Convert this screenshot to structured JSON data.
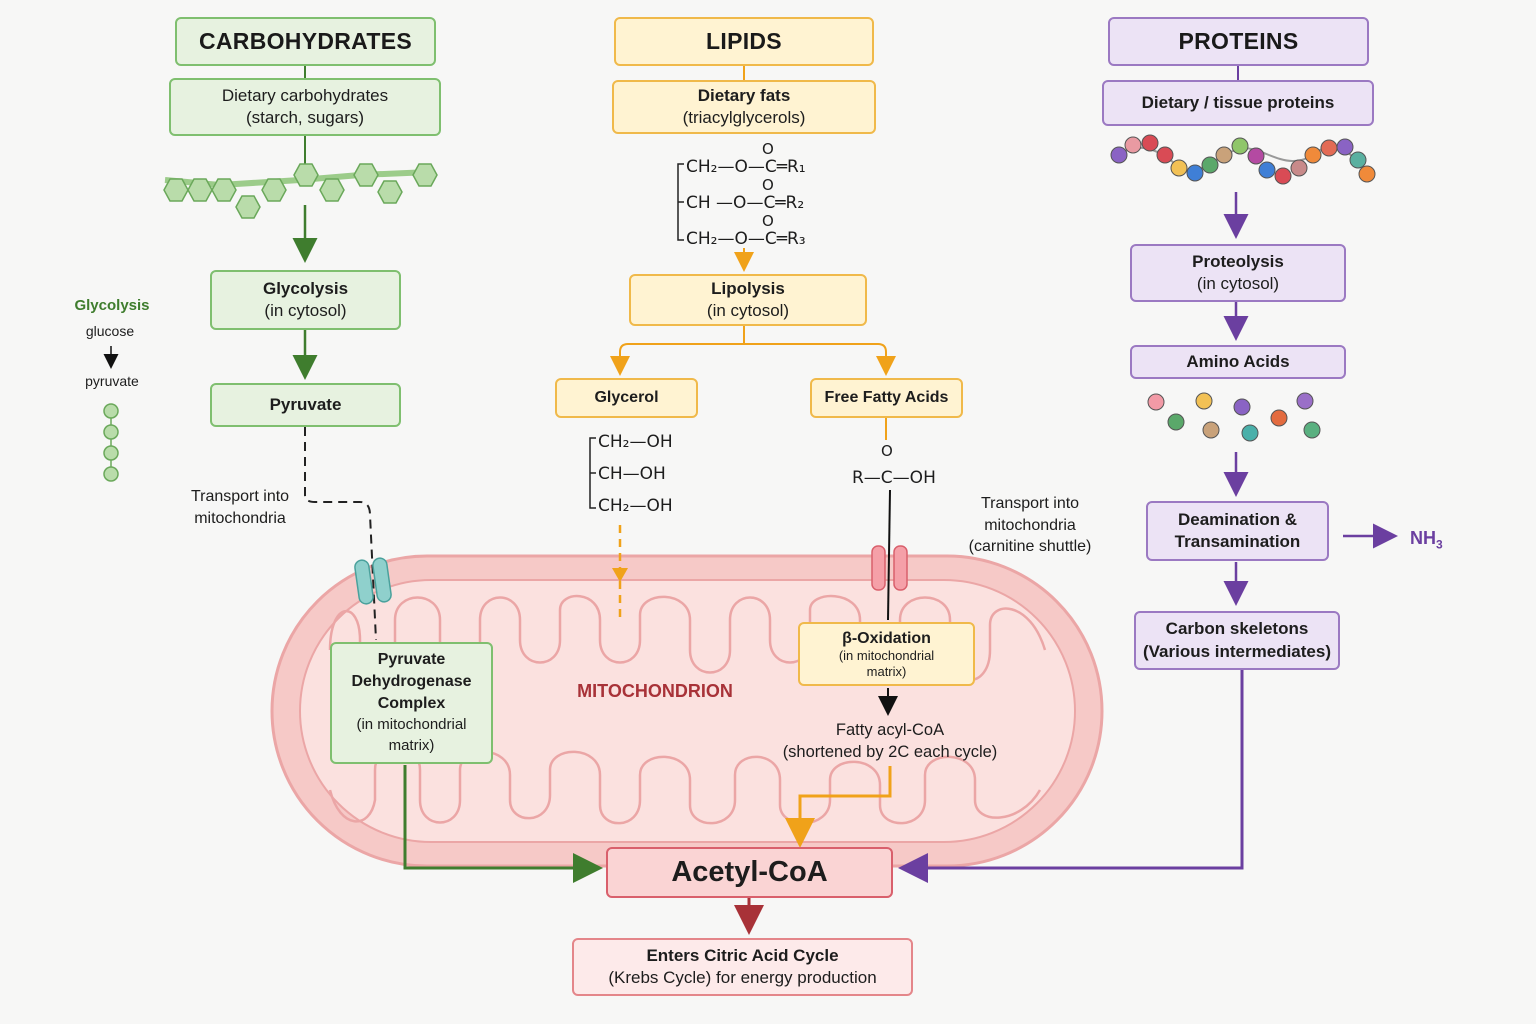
{
  "colors": {
    "carbohydrates": "#3f7d2e",
    "lipids": "#f0a21a",
    "proteins": "#6b3fa0",
    "acetyl": "#a83238",
    "mitochondrion": "#f2b7b5"
  },
  "carbohydrates": {
    "header": "CARBOHYDRATES",
    "dietary_title": "Dietary carbohydrates",
    "dietary_sub": "(starch, sugars)",
    "glycolysis_title": "Glycolysis",
    "glycolysis_sub": "(in cytosol)",
    "pyruvate": "Pyruvate",
    "transport_line1": "Transport into",
    "transport_line2": "mitochondria",
    "pdh_line1": "Pyruvate",
    "pdh_line2": "Dehydrogenase",
    "pdh_line3": "Complex",
    "pdh_line4": "(in mitochondrial",
    "pdh_line5": "matrix)"
  },
  "side_note": {
    "title": "Glycolysis",
    "from": "glucose",
    "to": "pyruvate"
  },
  "lipids": {
    "header": "LIPIDS",
    "dietary_title": "Dietary fats",
    "dietary_sub": "(triacylglycerols)",
    "tag_row1": "CH₂—O—C═R₁",
    "tag_row2": "CH —O—C═R₂",
    "tag_row3": "CH₂—O—C═R₃",
    "carbonyl_o": "O",
    "lipolysis_title": "Lipolysis",
    "lipolysis_sub": "(in cytosol)",
    "glycerol": "Glycerol",
    "ffa": "Free Fatty Acids",
    "glycerol_row1": "CH₂—OH",
    "glycerol_row2": "CH—OH",
    "glycerol_row3": "CH₂—OH",
    "fa_formula": "R—C—OH",
    "transport_line1": "Transport into",
    "transport_line2": "mitochondria",
    "transport_line3": "(carnitine shuttle)",
    "beta_title": "β-Oxidation",
    "beta_sub1": "(in mitochondrial",
    "beta_sub2": "matrix)",
    "acyl_line1": "Fatty acyl-CoA",
    "acyl_line2": "(shortened by 2C each cycle)"
  },
  "proteins": {
    "header": "PROTEINS",
    "dietary": "Dietary / tissue proteins",
    "proteolysis_title": "Proteolysis",
    "proteolysis_sub": "(in cytosol)",
    "amino_acids": "Amino Acids",
    "deam_line1": "Deamination &",
    "deam_line2": "Transamination",
    "nh3": "NH",
    "nh3_sub": "3",
    "carbon_title": "Carbon skeletons",
    "carbon_sub": "(Various intermediates)"
  },
  "mitochondrion_label": "MITOCHONDRION",
  "acetyl_coa": "Acetyl-CoA",
  "krebs_line1": "Enters Citric Acid Cycle",
  "krebs_line2": "(Krebs Cycle) for energy production"
}
